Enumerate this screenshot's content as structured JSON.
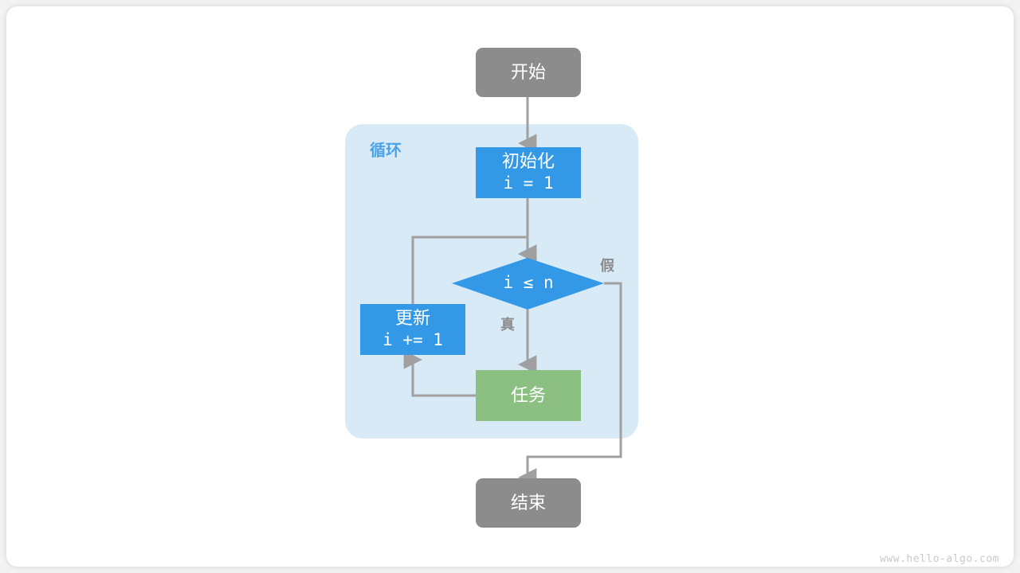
{
  "diagram": {
    "title_watermark": "www.hello-algo.com",
    "colors": {
      "terminal": "#8c8c8c",
      "process_blue": "#3399e6",
      "decision_blue": "#3399e6",
      "task_green": "#8cc083",
      "group_fill": "#d9eaf7",
      "group_label": "#4da3e8",
      "edge": "#a0a0a0",
      "canvas": "#ffffff"
    },
    "group": {
      "label": "循环"
    },
    "nodes": [
      {
        "id": "start",
        "label": "开始",
        "shape": "rounded-rect",
        "color": "#8c8c8c"
      },
      {
        "id": "init",
        "label": "初始化",
        "sub": "i = 1",
        "shape": "rect",
        "color": "#3399e6"
      },
      {
        "id": "cond",
        "label": "i ≤ n",
        "shape": "diamond",
        "color": "#3399e6"
      },
      {
        "id": "update",
        "label": "更新",
        "sub": "i += 1",
        "shape": "rect",
        "color": "#3399e6"
      },
      {
        "id": "task",
        "label": "任务",
        "shape": "rect",
        "color": "#8cc083"
      },
      {
        "id": "end",
        "label": "结束",
        "shape": "rounded-rect",
        "color": "#8c8c8c"
      }
    ],
    "edge_labels": {
      "true": "真",
      "false": "假"
    }
  }
}
